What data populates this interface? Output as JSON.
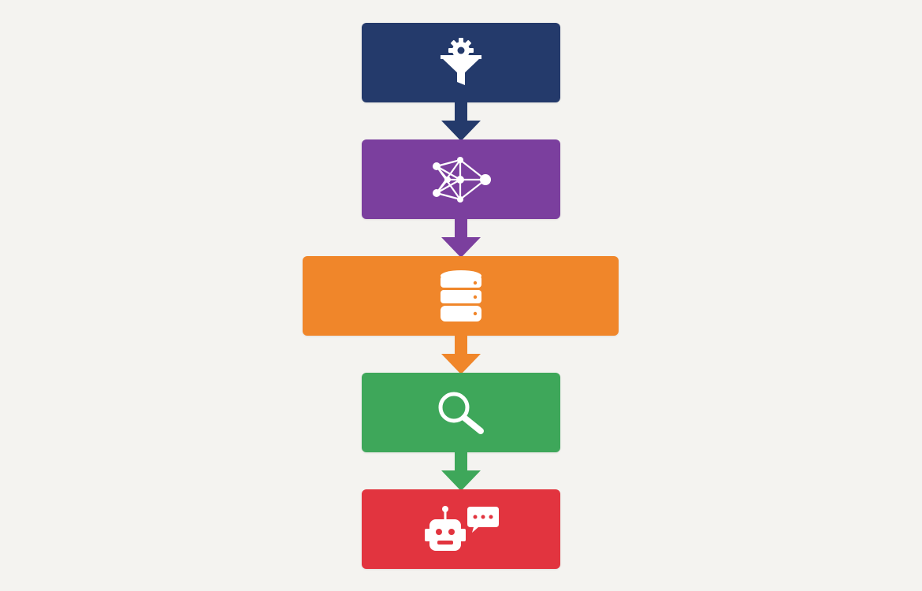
{
  "colors": {
    "background": "#f4f3f0",
    "icon": "#ffffff"
  },
  "steps": [
    {
      "id": "filter-processing",
      "icon": "funnel-gear-icon",
      "color": "#243a6b"
    },
    {
      "id": "neural-network",
      "icon": "neural-network-icon",
      "color": "#7b3f9e"
    },
    {
      "id": "database",
      "icon": "database-icon",
      "color": "#f0862a"
    },
    {
      "id": "search",
      "icon": "magnifier-icon",
      "color": "#3ea75a"
    },
    {
      "id": "chatbot",
      "icon": "robot-chat-icon",
      "color": "#e2343f"
    }
  ],
  "connectors": [
    {
      "icon": "arrow-down-icon",
      "color": "#243a6b"
    },
    {
      "icon": "arrow-down-icon",
      "color": "#7b3f9e"
    },
    {
      "icon": "arrow-down-icon",
      "color": "#f0862a"
    },
    {
      "icon": "arrow-down-icon",
      "color": "#3ea75a"
    }
  ]
}
